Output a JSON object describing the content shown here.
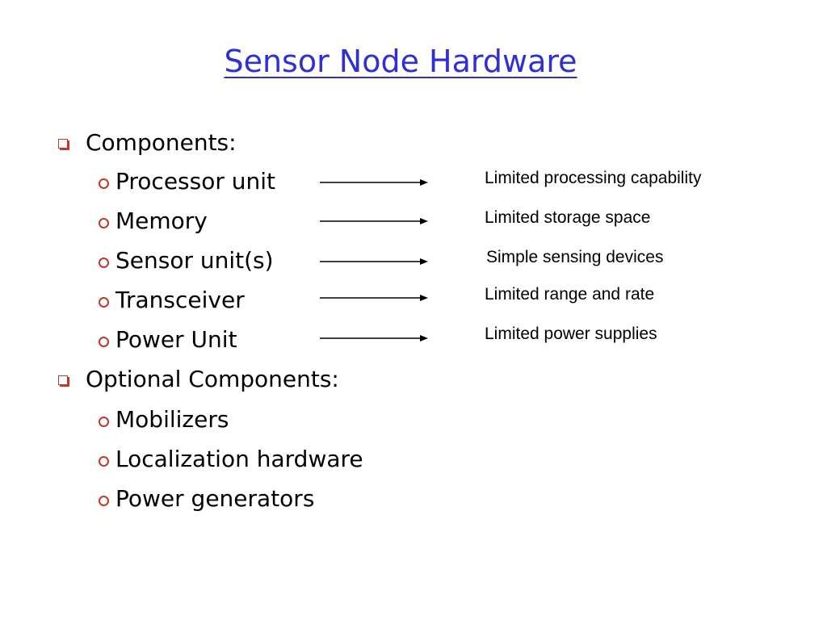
{
  "slide": {
    "title": "Sensor Node Hardware",
    "colors": {
      "title": "#2f2fd6",
      "bullet": "#c0392b",
      "text": "#000000"
    },
    "sections": [
      {
        "label": "Components:",
        "bullet_icon": "square-bullet-icon",
        "items": [
          "Processor unit",
          "Memory",
          "Sensor unit(s)",
          "Transceiver",
          "Power Unit"
        ]
      },
      {
        "label": "Optional Components:",
        "bullet_icon": "square-bullet-icon",
        "items": [
          "Mobilizers",
          "Localization hardware",
          "Power generators"
        ]
      }
    ],
    "sub_bullet_icon": "circle-bullet-icon",
    "limitations": [
      "Limited processing capability",
      "Limited storage space",
      "Simple sensing devices",
      "Limited range and rate",
      "Limited power supplies"
    ]
  }
}
